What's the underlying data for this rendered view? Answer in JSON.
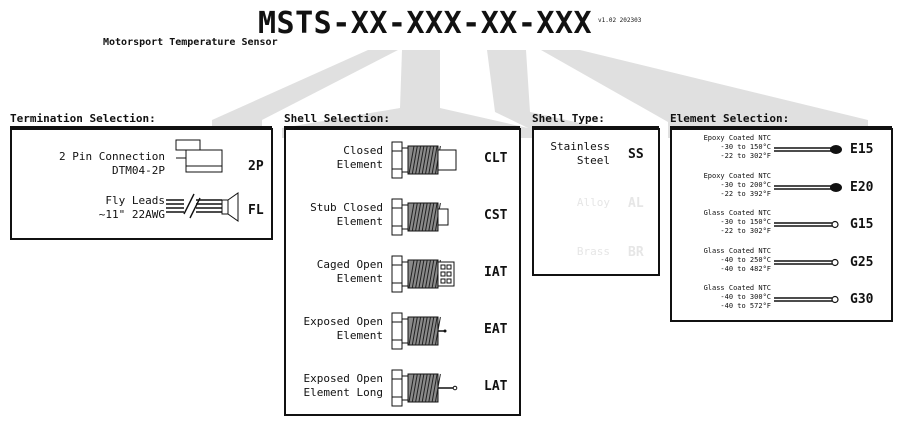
{
  "header": {
    "part_number": "MSTS-XX-XXX-XX-XXX",
    "version": "v1.02 202303",
    "subtitle": "Motorsport Temperature Sensor"
  },
  "termination": {
    "title": "Termination Selection:",
    "items": [
      {
        "line1": "2 Pin Connection",
        "line2": "DTM04-2P",
        "code": "2P"
      },
      {
        "line1": "Fly Leads",
        "line2": "~11\" 22AWG",
        "code": "FL"
      }
    ]
  },
  "shell": {
    "title": "Shell Selection:",
    "items": [
      {
        "line1": "Closed",
        "line2": "Element",
        "code": "CLT"
      },
      {
        "line1": "Stub Closed",
        "line2": "Element",
        "code": "CST"
      },
      {
        "line1": "Caged Open",
        "line2": "Element",
        "code": "IAT"
      },
      {
        "line1": "Exposed Open",
        "line2": "Element",
        "code": "EAT"
      },
      {
        "line1": "Exposed Open",
        "line2": "Element Long",
        "code": "LAT"
      }
    ]
  },
  "shell_type": {
    "title": "Shell Type:",
    "items": [
      {
        "line1": "Stainless",
        "line2": "Steel",
        "code": "SS",
        "available": true
      },
      {
        "line1": "Alloy",
        "line2": "",
        "code": "AL",
        "available": false
      },
      {
        "line1": "Brass",
        "line2": "",
        "code": "BR",
        "available": false
      }
    ]
  },
  "element": {
    "title": "Element Selection:",
    "items": [
      {
        "line1": "Epoxy Coated NTC",
        "line2": "-30 to 150°C",
        "line3": "-22 to 302°F",
        "code": "E15",
        "tip": "epoxy"
      },
      {
        "line1": "Epoxy Coated NTC",
        "line2": "-30 to 200°C",
        "line3": "-22 to 392°F",
        "code": "E20",
        "tip": "epoxy"
      },
      {
        "line1": "Glass Coated NTC",
        "line2": "-30 to 150°C",
        "line3": "-22 to 302°F",
        "code": "G15",
        "tip": "glass"
      },
      {
        "line1": "Glass Coated NTC",
        "line2": "-40 to 250°C",
        "line3": "-40 to 482°F",
        "code": "G25",
        "tip": "glass"
      },
      {
        "line1": "Glass Coated NTC",
        "line2": "-40 to 300°C",
        "line3": "-40 to 572°F",
        "code": "G30",
        "tip": "glass"
      }
    ]
  },
  "colors": {
    "ink": "#111111",
    "fan": "#e0e0e0",
    "faded": "#e6e6e6"
  }
}
